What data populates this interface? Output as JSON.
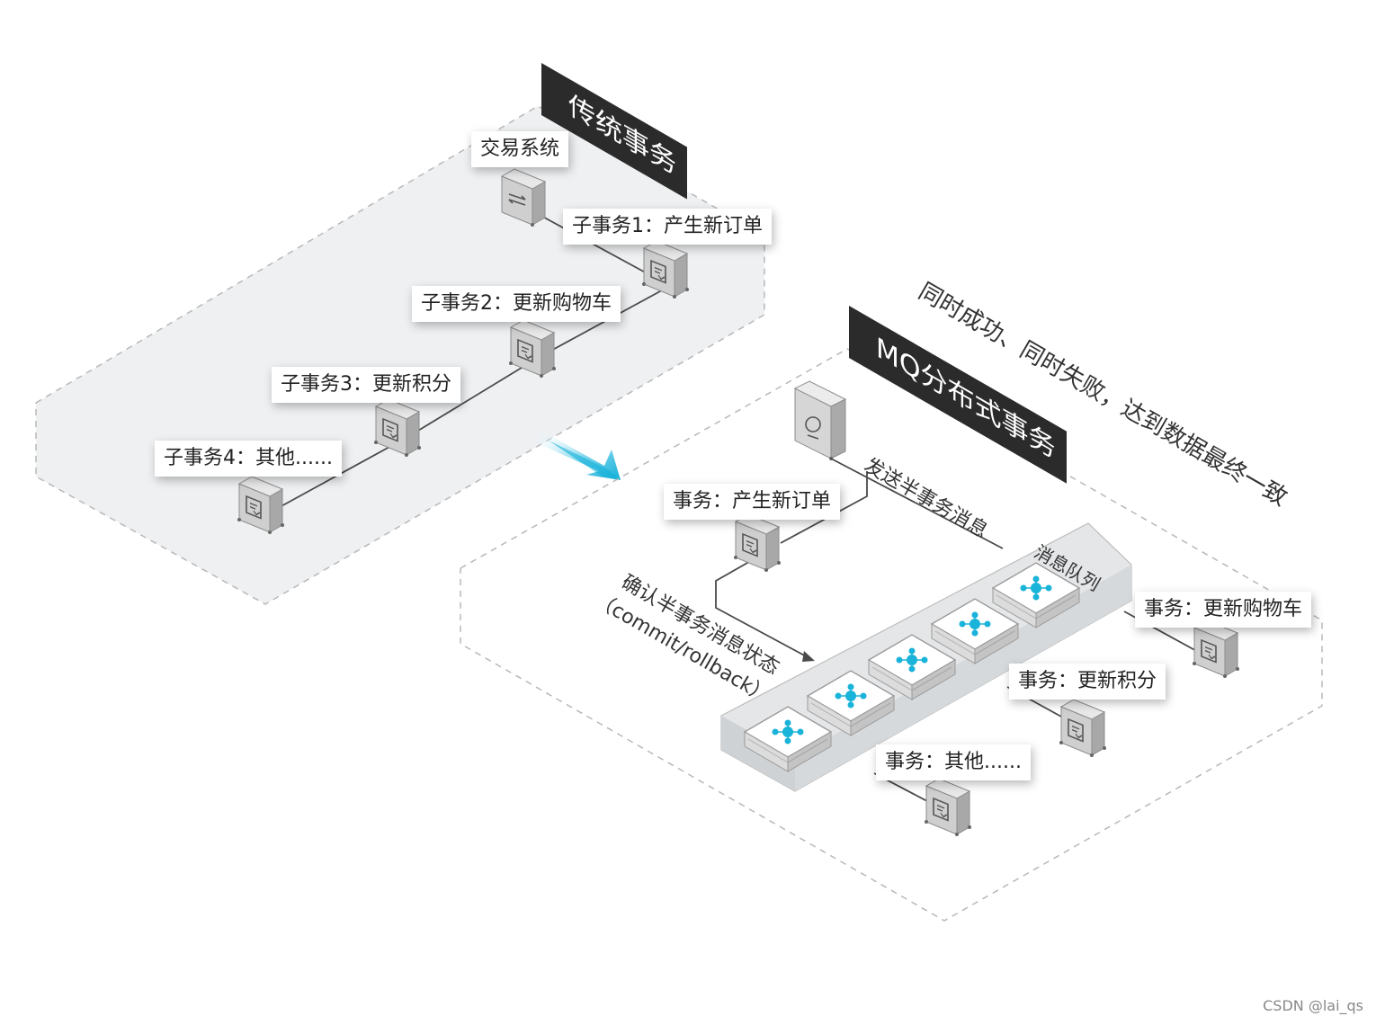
{
  "traditional": {
    "title": "传统事务",
    "system": "交易系统",
    "steps": [
      "子事务1：产生新订单",
      "子事务2：更新购物车",
      "子事务3：更新积分",
      "子事务4：其他......"
    ]
  },
  "mq": {
    "title": "MQ分布式事务",
    "producer_tx": "事务：产生新订单",
    "send_label": "发送半事务消息",
    "confirm_label_1": "确认半事务消息状态",
    "confirm_label_2": "（commit/rollback）",
    "queue_label": "消息队列",
    "consumers": [
      "事务：更新购物车",
      "事务：更新积分",
      "事务：其他......"
    ],
    "result_note": "同时成功、同时失败，达到数据最终一致"
  },
  "watermark": "CSDN @lai_qs",
  "colors": {
    "accent": "#1ab3d9",
    "banner": "#2b2b2b",
    "platform": "#eef0f2",
    "dashed": "#b8b8b8"
  },
  "icons": [
    "exchange-icon",
    "document-icon",
    "mq-node-icon",
    "search-icon",
    "arrow-icon"
  ]
}
